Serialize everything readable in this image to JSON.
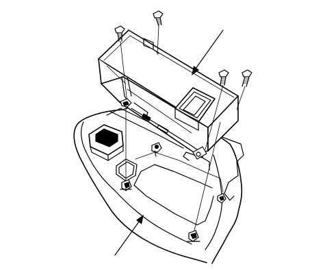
{
  "diagram": {
    "labels": [],
    "colors": {
      "line": "#000000",
      "background": "#ffffff"
    },
    "parts": [
      "storage-box",
      "console-panel",
      "mounting-screw",
      "clip",
      "leader-line"
    ]
  }
}
